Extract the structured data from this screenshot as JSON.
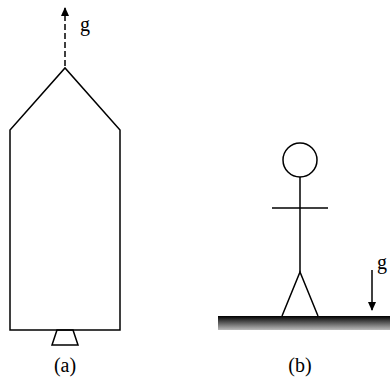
{
  "diagram": {
    "labels": [
      "g",
      "g",
      "(a)",
      "(b)"
    ]
  }
}
